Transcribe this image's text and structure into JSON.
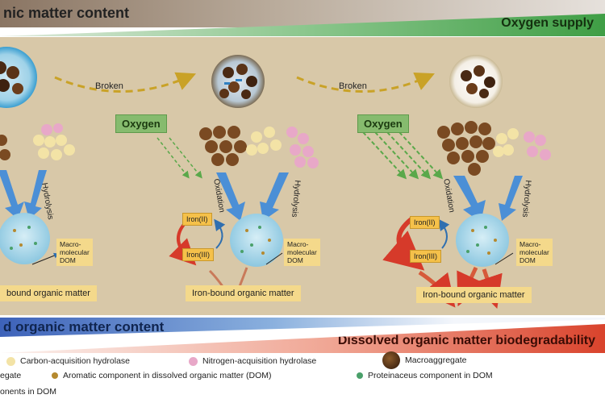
{
  "bands": {
    "top_left": "nic matter content",
    "oxygen_supply": "Oxygen supply",
    "bottom_left": "d organic matter content",
    "bottom_right": "Dissolved organic matter biodegradability"
  },
  "diagram": {
    "broken_label_1": "Broken",
    "broken_label_2": "Broken",
    "oxygen_label_1": "Oxygen",
    "oxygen_label_2": "Oxygen",
    "hydrolysis_label_1": "Hydrolysis",
    "hydrolysis_label_2": "Hydrolysis",
    "hydrolysis_label_3": "Hydrolysis",
    "oxidation_label_1": "Oxidation",
    "oxidation_label_2": "Oxidation",
    "iron2_label_1": "Iron(II)",
    "iron3_label_1": "Iron(III)",
    "iron2_label_2": "Iron(II)",
    "iron3_label_2": "Iron(III)",
    "dom_label_1": "Macro-\nmolecular\nDOM",
    "dom_label_2": "Macro-\nmolecular\nDOM",
    "dom_label_3": "Macro-\nmolecular\nDOM",
    "ibom_label_1": "bound organic matter",
    "ibom_label_2": "Iron-bound organic matter",
    "ibom_label_3": "Iron-bound organic matter"
  },
  "legend": {
    "carbon": "Carbon-acquisition hydrolase",
    "nitrogen": "Nitrogen-acquisition hydrolase",
    "macroaggregate": "Macroaggregate",
    "aggregate_partial": "egate",
    "aromatic": "Aromatic component in dissolved organic matter (DOM)",
    "proteinaceous": "Proteinaceus component in DOM",
    "components_partial": "onents in DOM"
  },
  "colors": {
    "bg": "#d8c8a8",
    "oxygen_green": "#3f9e45",
    "blue_arrow": "#4b8fd6",
    "gold_arrow": "#c9a227",
    "red_arrow": "#d63a2a"
  }
}
